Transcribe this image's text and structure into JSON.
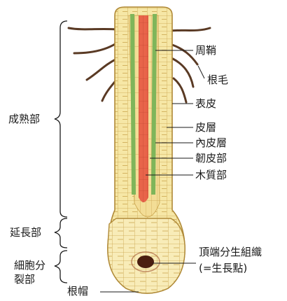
{
  "labels": {
    "pericycle": "周鞘",
    "root_hair": "根毛",
    "epidermis": "表皮",
    "cortex": "皮層",
    "endodermis": "內皮層",
    "phloem": "韌皮部",
    "xylem": "木質部",
    "apical_meristem": "頂端分生組織",
    "apical_meristem_note": "(=生長點)",
    "root_cap": "根帽"
  },
  "zones": {
    "maturation": "成熟部",
    "elongation": "延長部",
    "division_line1": "細胞分",
    "division_line2": "裂部"
  },
  "colors": {
    "cell_fill": "#f6e7a6",
    "cell_fill_dark": "#f0d98a",
    "cell_outline": "#c9a24a",
    "root_hair": "#5a3a24",
    "endodermis_green": "#7fb55a",
    "xylem_red": "#e8644a",
    "meristem_dark": "#4a1e10",
    "line": "#1a1a1a"
  }
}
